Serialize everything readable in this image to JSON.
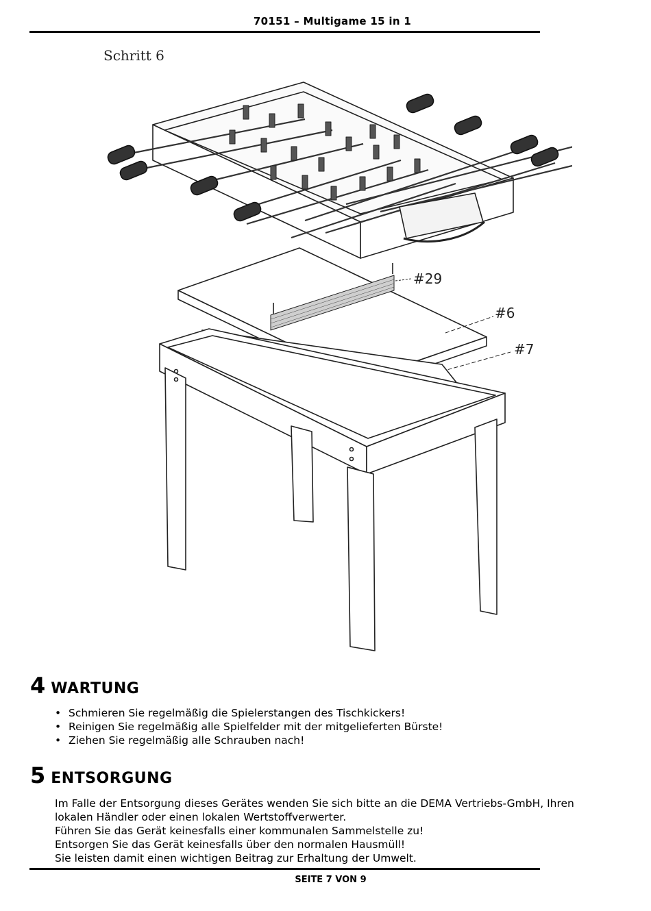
{
  "header": {
    "title": "70151 – Multigame 15 in 1"
  },
  "figure": {
    "step_label": "Schritt 6",
    "callouts": [
      "#29",
      "#6",
      "#7"
    ]
  },
  "section4": {
    "number": "4",
    "title": "WARTUNG",
    "bullets": [
      "Schmieren Sie regelmäßig die Spielerstangen des Tischkickers!",
      "Reinigen Sie regelmäßig alle Spielfelder mit der mitgelieferten Bürste!",
      "Ziehen Sie regelmäßig alle Schrauben nach!"
    ]
  },
  "section5": {
    "number": "5",
    "title": "ENTSORGUNG",
    "lines": [
      "Im Falle der Entsorgung dieses Gerätes wenden Sie sich bitte an die DEMA Vertriebs-GmbH, Ihren",
      "lokalen Händler oder einen lokalen Wertstoffverwerter.",
      "Führen Sie das Gerät keinesfalls einer kommunalen Sammelstelle zu!",
      "Entsorgen Sie das Gerät keinesfalls über den normalen Hausmüll!",
      "Sie leisten damit einen wichtigen Beitrag zur Erhaltung der Umwelt."
    ]
  },
  "footer": {
    "page": "SEITE 7 VON 9"
  }
}
